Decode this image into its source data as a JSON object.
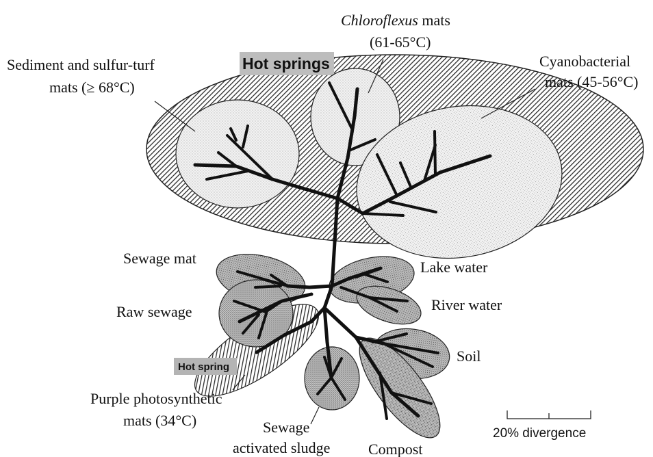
{
  "diagram": {
    "hot_springs_title": "Hot springs",
    "hot_spring_small": "Hot spring",
    "labels": {
      "sediment_line1": "Sediment and sulfur-turf",
      "sediment_line2": "mats (≥ 68°C)",
      "chloroflexus_italic": "Chloroflexus",
      "chloroflexus_rest": " mats",
      "chloroflexus_line2": "(61-65°C)",
      "cyano_line1": "Cyanobacterial",
      "cyano_line2": "mats (45-56°C)",
      "sewage_mat": "Sewage mat",
      "raw_sewage": "Raw sewage",
      "lake_water": "Lake water",
      "river_water": "River water",
      "soil": "Soil",
      "purple_line1": "Purple photosynthetic",
      "purple_line2": "mats (34°C)",
      "sludge_line1": "Sewage",
      "sludge_line2": "activated sludge",
      "compost": "Compost"
    },
    "scale_bar_label": "20% divergence",
    "colors": {
      "line": "#111111",
      "light_fill": "#ececec",
      "medium_fill": "#b9b9b9",
      "hatch_dark": "#2a2a2a"
    }
  }
}
